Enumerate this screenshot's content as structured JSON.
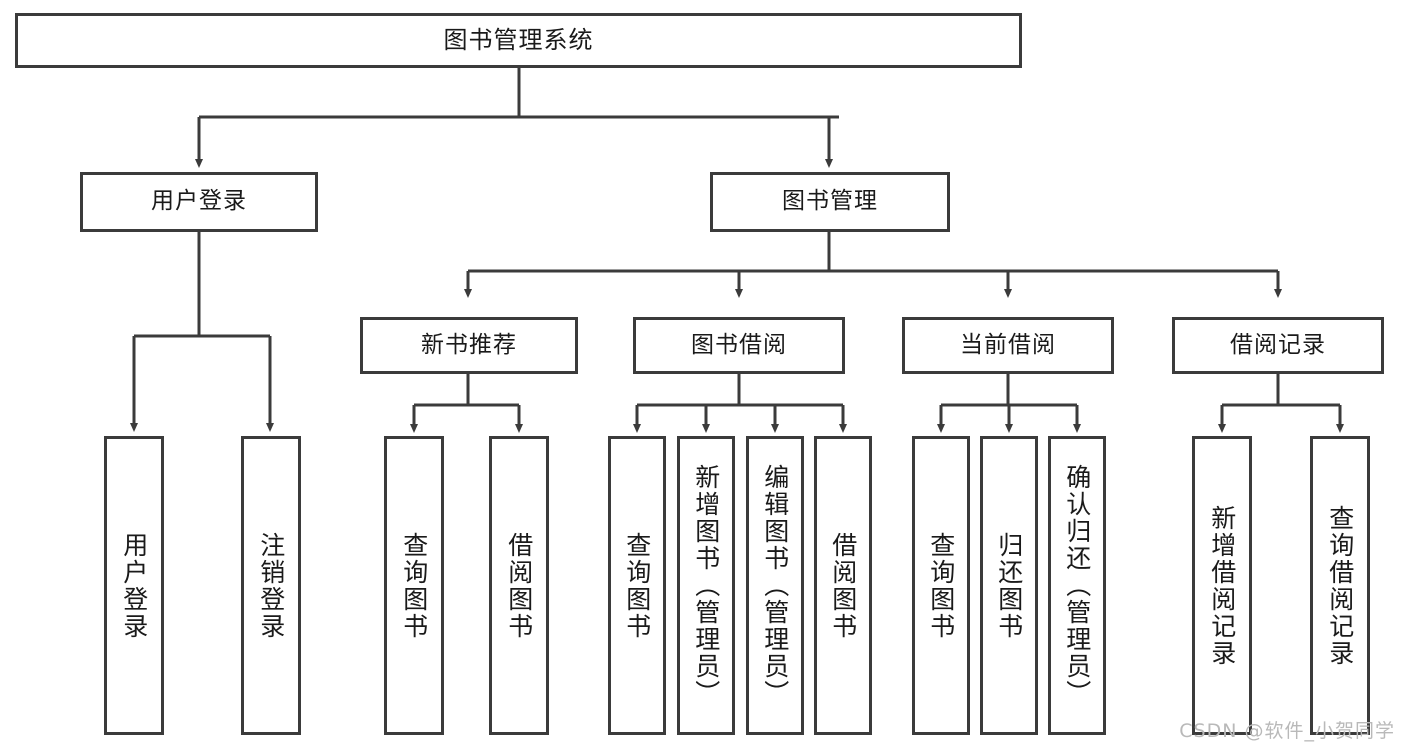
{
  "diagram": {
    "type": "tree",
    "title": "图书管理系统",
    "root": {
      "label": "图书管理系统"
    },
    "level1": [
      {
        "id": "user-login",
        "label": "用户登录"
      },
      {
        "id": "book-manage",
        "label": "图书管理"
      }
    ],
    "level2": [
      {
        "id": "new-book-recommend",
        "label": "新书推荐",
        "parent": "book-manage"
      },
      {
        "id": "book-borrow",
        "label": "图书借阅",
        "parent": "book-manage"
      },
      {
        "id": "current-borrow",
        "label": "当前借阅",
        "parent": "book-manage"
      },
      {
        "id": "borrow-record",
        "label": "借阅记录",
        "parent": "book-manage"
      }
    ],
    "leaves": {
      "user_login": [
        {
          "id": "leaf-user-login",
          "label": "用户登录"
        },
        {
          "id": "leaf-user-logout",
          "label": "注销登录"
        }
      ],
      "new_book_recommend": [
        {
          "id": "leaf-query-book-1",
          "label": "查询图书"
        },
        {
          "id": "leaf-borrow-book-1",
          "label": "借阅图书"
        }
      ],
      "book_borrow": [
        {
          "id": "leaf-query-book-2",
          "label": "查询图书"
        },
        {
          "id": "leaf-add-book",
          "label": "新增图书（管理员）"
        },
        {
          "id": "leaf-edit-book",
          "label": "编辑图书（管理员）"
        },
        {
          "id": "leaf-borrow-book-2",
          "label": "借阅图书"
        }
      ],
      "current_borrow": [
        {
          "id": "leaf-query-book-3",
          "label": "查询图书"
        },
        {
          "id": "leaf-return-book",
          "label": "归还图书"
        },
        {
          "id": "leaf-confirm-return",
          "label": "确认归还（管理员）"
        }
      ],
      "borrow_record": [
        {
          "id": "leaf-add-record",
          "label": "新增借阅记录"
        },
        {
          "id": "leaf-query-record",
          "label": "查询借阅记录"
        }
      ]
    },
    "colors": {
      "stroke": "#3b3b3b",
      "fill": "#ffffff",
      "text": "#1a1a1a",
      "watermark": "#b9b9b9"
    }
  },
  "watermark": {
    "text": "CSDN @软件_小贺同学"
  }
}
